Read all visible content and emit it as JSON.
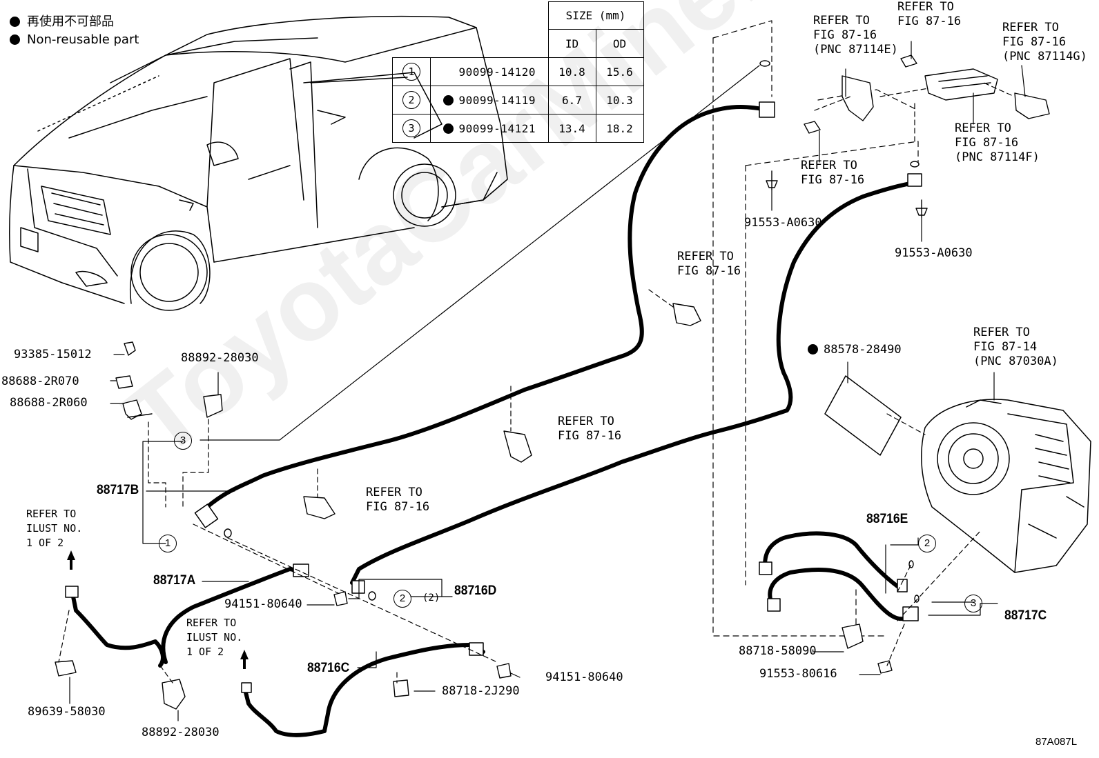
{
  "legend": {
    "items": [
      {
        "symbol": "dot",
        "text": "再使用不可部品"
      },
      {
        "symbol": "dot",
        "text": "Non-reusable part"
      }
    ]
  },
  "size_table": {
    "header": "SIZE (mm)",
    "columns": [
      "ID",
      "OD"
    ],
    "rows": [
      {
        "index": "1",
        "non_reusable": false,
        "part": "90099-14120",
        "id": "10.8",
        "od": "15.6"
      },
      {
        "index": "2",
        "non_reusable": true,
        "part": "90099-14119",
        "id": "6.7",
        "od": "10.3"
      },
      {
        "index": "3",
        "non_reusable": true,
        "part": "90099-14121",
        "id": "13.4",
        "od": "18.2"
      }
    ]
  },
  "callouts": {
    "refer_87_16_e": "REFER TO\nFIG 87-16\n(PNC 87114E)",
    "refer_87_16_top": "REFER TO\nFIG 87-16",
    "refer_87_16_g": "REFER TO\nFIG 87-16\n(PNC 87114G)",
    "refer_87_16_f": "REFER TO\nFIG 87-16\n(PNC 87114F)",
    "refer_87_16_mid": "REFER TO\nFIG 87-16",
    "refer_87_16_center": "REFER TO\nFIG 87-16",
    "refer_87_16_a": "REFER TO\nFIG 87-16",
    "refer_87_16_b": "REFER TO\nFIG 87-16",
    "refer_87_14": "REFER TO\nFIG 87-14\n(PNC 87030A)",
    "refer_ilust_left": "REFER TO\nILUST NO.\n1 OF 2",
    "refer_ilust_center": "REFER TO\nILUST NO.\n1 OF 2"
  },
  "parts": {
    "p91553_a0630_left": "91553-A0630",
    "p91553_a0630_right": "91553-A0630",
    "p88578_28490": "88578-28490",
    "p93385_15012": "93385-15012",
    "p88688_2r070": "88688-2R070",
    "p88688_2r060": "88688-2R060",
    "p88892_28030_top": "88892-28030",
    "p88717b": "88717B",
    "p88717a": "88717A",
    "p94151_80640_a": "94151-80640",
    "p88716d": "88716D",
    "p88716c": "88716C",
    "p94151_80640_b": "94151-80640",
    "p88718_2j290": "88718-2J290",
    "p89639_58030": "89639-58030",
    "p88892_28030_bottom": "88892-28030",
    "p88716e": "88716E",
    "p88717c": "88717C",
    "p88718_58090": "88718-58090",
    "p91553_80616": "91553-80616"
  },
  "markers": {
    "m3_left": "3",
    "m1_left": "1",
    "m2_center": "2",
    "m2_qty": "(2)",
    "m2_right": "2",
    "m3_right": "3"
  },
  "watermark": "ToyotaCarMine.ru",
  "figure_code": "87A087L"
}
